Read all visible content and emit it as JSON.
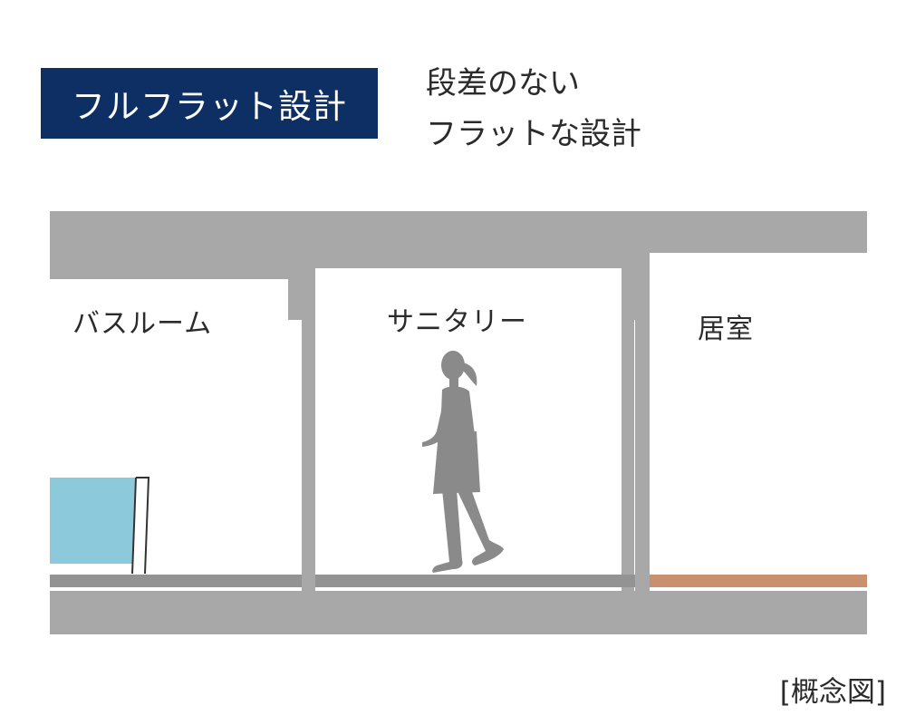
{
  "title_badge": "フルフラット設計",
  "subtitle": {
    "line1": "段差のない",
    "line2": "フラットな設計"
  },
  "rooms": {
    "bathroom": "バスルーム",
    "sanitary": "サニタリー",
    "living": "居室"
  },
  "note": "[概念図]",
  "colors": {
    "badge_bg": "#0d2f63",
    "structure": "#a8a8a8",
    "floor_dark": "#939393",
    "tub_water": "#8ccadb",
    "wood_floor": "#c98f6e",
    "figure": "#8a8a8a"
  },
  "figure_icon": "walking-woman-silhouette-icon"
}
